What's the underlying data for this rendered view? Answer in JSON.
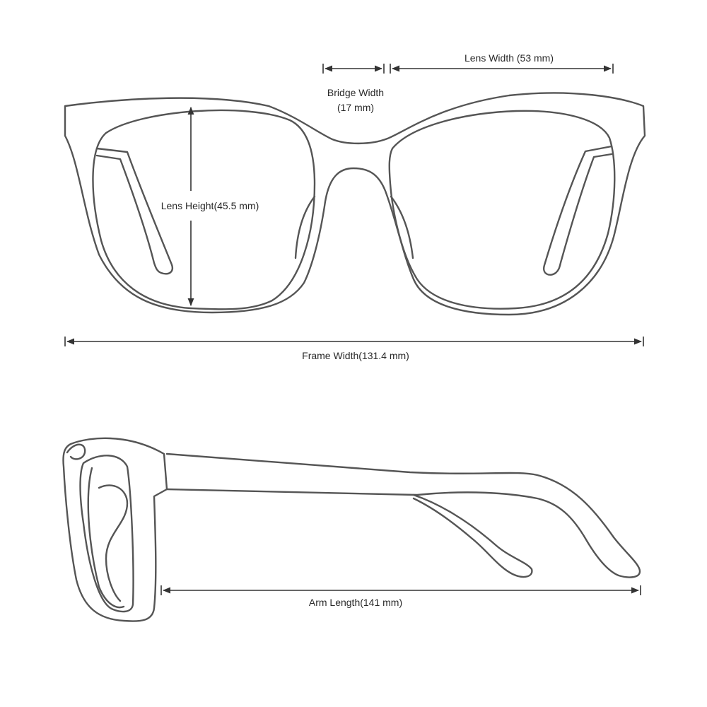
{
  "measurements": {
    "lens_width": "Lens Width (53 mm)",
    "bridge_width_line1": "Bridge Width",
    "bridge_width_line2": "(17 mm)",
    "lens_height": "Lens Height(45.5 mm)",
    "frame_width": "Frame Width(131.4 mm)",
    "arm_length": "Arm Length(141 mm)"
  },
  "colors": {
    "outline": "#555555",
    "dimension_line": "#333333",
    "background": "#ffffff"
  }
}
